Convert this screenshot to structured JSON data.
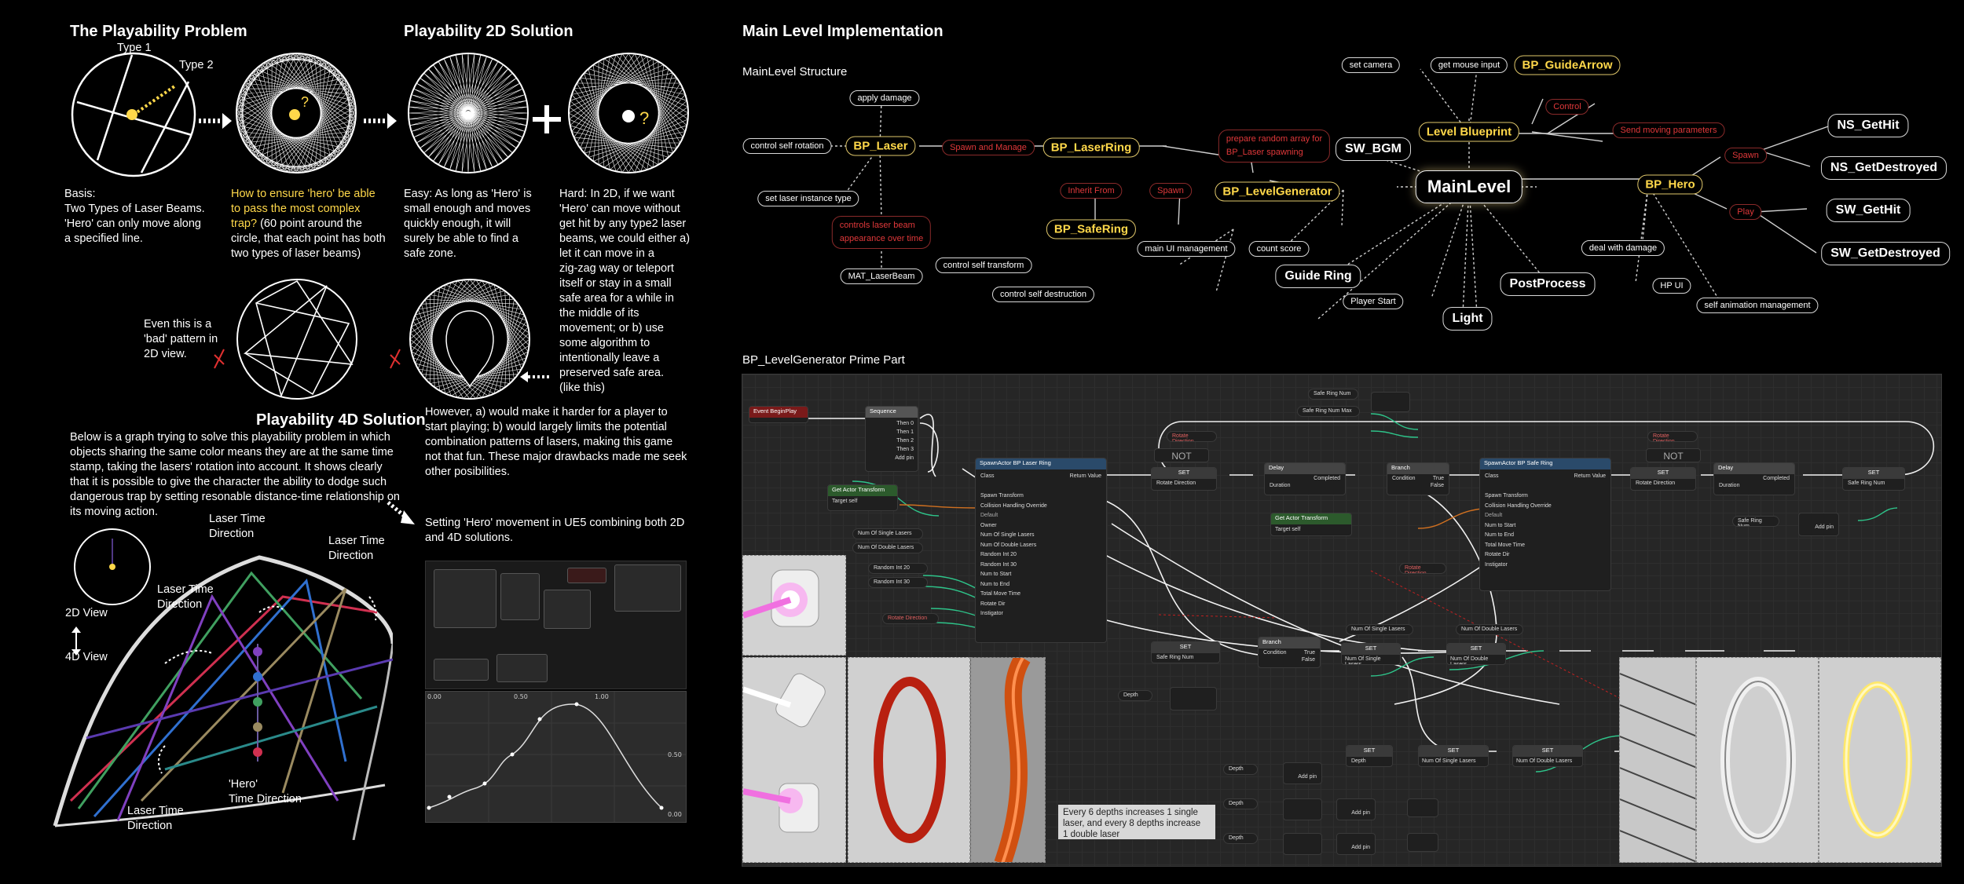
{
  "left": {
    "problem_title": "The Playability Problem",
    "type1": "Type 1",
    "type2": "Type 2",
    "basis_text": "Basis:\nTwo Types of Laser Beams.\n'Hero' can only move along\na specified line.",
    "ensure_text": "How to ensure 'hero' be able\nto pass the most complex\ntrap?",
    "ensure_text_white": " (60 point around the\ncircle, that each point has both\ntwo types of laser beams)",
    "solution2d_title": "Playability 2D Solution",
    "easy_text": "Easy: As long as 'Hero' is\nsmall enough and moves\nquickly enough, it will\nsurely be able to find a\nsafe zone.",
    "hard_text": "Hard: In 2D, if we want\n'Hero' can move without\nget hit by any type2 laser\nbeams, we could either a)\nlet it can move in a\nzig-zag way or teleport\nitself or stay in a small\nsafe area for a while in\nthe middle of its\nmovement; or b) use\nsome algorithm to\nintentionally leave a\npreserved safe area.\n(like this)",
    "bad_text": "Even this is a\n'bad' pattern in\n2D view.",
    "however_text": "However, a) would make it harder for a player to\nstart playing; b) would largely limits the potential\ncombination patterns of lasers, making this game\nnot that fun. These major drawbacks made me seek\nother posibilities.",
    "solution4d_title": "Playability 4D Solution",
    "graph_text": "Below is a graph trying to solve this playability problem in which\nobjects sharing the same color means they are at the same time\nstamp, taking the lasers' rotation into account. It shows clearly\nthat it is possible to give the character the ability to dodge such\ndangerous trap by setting resonable distance-time relationship on\nits moving action.",
    "setting_text": "Setting 'Hero' movement in UE5 combining both 2D\nand 4D solutions.",
    "view2d": "2D View",
    "view4d": "4D View",
    "laser_time_1": "Laser Time\nDirection",
    "laser_time_2": "Laser Time\nDirection",
    "laser_time_3": "Laser Time\nDirection",
    "laser_time_4": "Laser Time\nDirection",
    "hero_time": "'Hero'\nTime Direction",
    "question": "?",
    "curve_labels": [
      "0.00",
      "0.50",
      "1.00",
      "0.50",
      "0.00"
    ]
  },
  "right": {
    "main_title": "Main Level Implementation",
    "structure_title": "MainLevel Structure",
    "prime_title": "BP_LevelGenerator Prime Part",
    "nodes": {
      "mainlevel": "MainLevel",
      "level_blueprint": "Level Blueprint",
      "bp_guidearrow": "BP_GuideArrow",
      "control": "Control",
      "set_camera": "set camera",
      "get_mouse_input": "get mouse input",
      "sw_bgm": "SW_BGM",
      "bp_levelgenerator": "BP_LevelGenerator",
      "prepare_random": "prepare random array for\nBP_Laser spawning",
      "bp_laserring": "BP_LaserRing",
      "spawn_and_manage": "Spawn and Manage",
      "bp_laser": "BP_Laser",
      "apply_damage": "apply damage",
      "control_self_rotation": "control self rotation",
      "set_laser_instance_type": "set laser instance type",
      "controls_laser_beam": "controls laser beam\nappearance over time",
      "mat_laserbeam": "MAT_LaserBeam",
      "inherit_from": "Inherit From",
      "spawn1": "Spawn",
      "bp_saferring": "BP_SafeRing",
      "control_self_transform": "control self transform",
      "control_self_destruction": "control self destruction",
      "main_ui_management": "main UI management",
      "count_score": "count score",
      "guide_ring": "Guide Ring",
      "player_start": "Player Start",
      "light": "Light",
      "postprocess": "PostProcess",
      "send_moving": "Send moving parameters",
      "bp_hero": "BP_Hero",
      "spawn2": "Spawn",
      "play": "Play",
      "ns_gethit": "NS_GetHit",
      "ns_getdestroyed": "NS_GetDestroyed",
      "sw_gethit": "SW_GetHit",
      "sw_getdestroyed": "SW_GetDestroyed",
      "deal_with_damage": "deal with damage",
      "hp_ui": "HP UI",
      "self_animation": "self animation management"
    },
    "bp": {
      "event_beginplay": "Event BeginPlay",
      "sequence": "Sequence",
      "then0": "Then 0",
      "then1": "Then 1",
      "then2": "Then 2",
      "then3": "Then 3",
      "add_pin": "Add pin",
      "spawn_laser_ring": "SpawnActor BP Laser Ring",
      "spawn_safe_ring": "SpawnActor BP Safe Ring",
      "class": "Class",
      "return_value": "Return Value",
      "spawn_transform": "Spawn Transform",
      "collision": "Collision Handling Override",
      "default": "Default",
      "owner": "Owner",
      "num_single": "Num Of Single Lasers",
      "num_double": "Num Of Double Lasers",
      "random_int_20": "Random Int 20",
      "random_int_30": "Random Int 30",
      "num_to_start": "Num to Start",
      "num_to_end": "Num to End",
      "total_move_time": "Total Move Time",
      "rotate_dir": "Rotate Dir",
      "instigator": "Instigator",
      "rotate_direction": "Rotate Direction",
      "not": "NOT",
      "set": "SET",
      "delay": "Delay",
      "completed": "Completed",
      "duration": "Duration",
      "branch": "Branch",
      "condition": "Condition",
      "true": "True",
      "false": "False",
      "get_actor_transform": "Get Actor Transform",
      "target_self": "Target",
      "self": "self",
      "safe_ring_num": "Safe Ring Num",
      "safe_ring_num_max": "Safe Ring Num Max",
      "depth": "Depth",
      "note": "Every 6 depths increases 1 single\nlaser, and every 8 depths increase\n1 double laser"
    }
  }
}
